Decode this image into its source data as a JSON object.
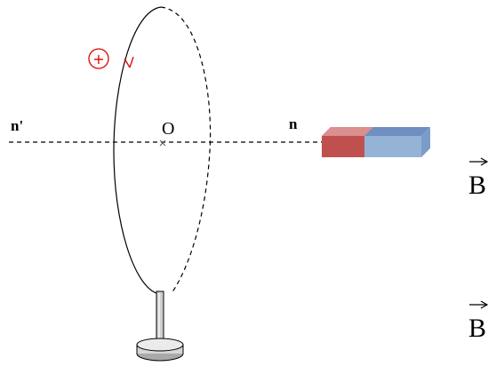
{
  "labels": {
    "axis_left": "n'",
    "axis_right": "n",
    "center": "O",
    "field_symbol": "B",
    "current_sign": "+"
  },
  "colors": {
    "ink": "#000000",
    "current_marker": "#e00000",
    "magnet_north": "#c0504d",
    "magnet_south": "#95b3d7",
    "magnet_top_red": "#d9908e",
    "magnet_top_blue": "#6f8fc0",
    "stand": "#c8c8c8"
  },
  "icons": {
    "magnet": "bar-magnet-icon",
    "stand": "loop-stand-icon",
    "vector_arrow": "vector-arrow-icon",
    "current_direction": "arrowhead-icon"
  }
}
